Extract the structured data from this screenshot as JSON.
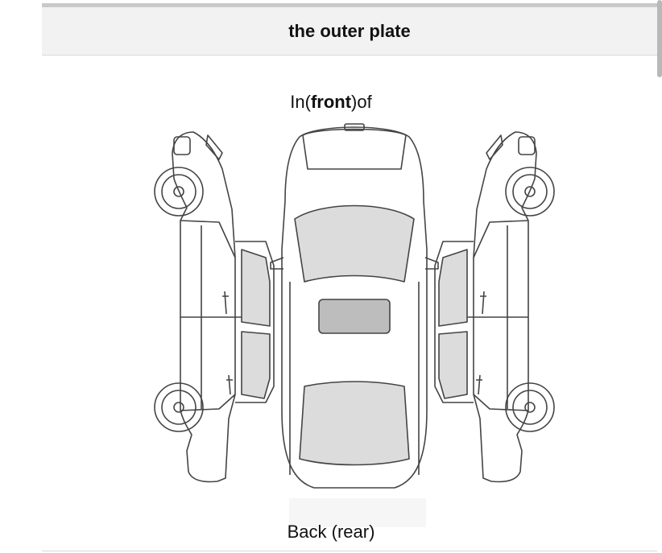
{
  "header": {
    "title": "the outer plate"
  },
  "diagram": {
    "front_prefix": "In(",
    "front_bold": "front",
    "front_suffix": ")of",
    "back_label": "Back (rear)"
  },
  "colors": {
    "header_bg": "#f2f2f2",
    "glass_fill": "#dcdcdc",
    "outline": "#444444"
  }
}
